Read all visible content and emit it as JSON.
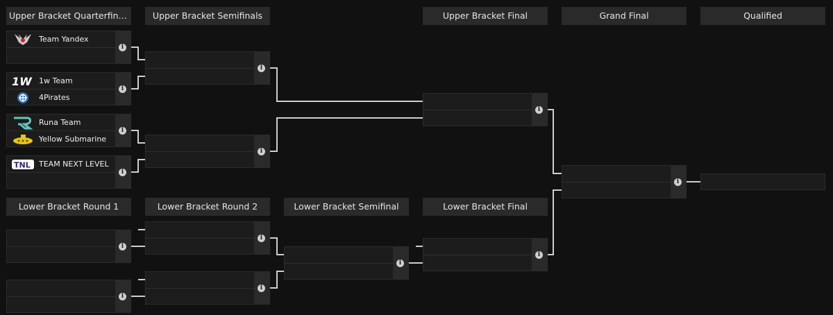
{
  "headers": {
    "ub_qf": "Upper Bracket Quarterfinals",
    "ub_sf": "Upper Bracket Semifinals",
    "ub_final": "Upper Bracket Final",
    "grand_final": "Grand Final",
    "qualified": "Qualified",
    "lb_r1": "Lower Bracket Round 1",
    "lb_r2": "Lower Bracket Round 2",
    "lb_sf": "Lower Bracket Semifinal",
    "lb_final": "Lower Bracket Final"
  },
  "ub_qf": [
    {
      "team1": "Team Yandex",
      "team2": ""
    },
    {
      "team1": "1w Team",
      "team2": "4Pirates"
    },
    {
      "team1": "Runa Team",
      "team2": "Yellow Submarine"
    },
    {
      "team1": "TEAM NEXT LEVEL",
      "team2": ""
    }
  ],
  "info_icon": "i",
  "colors": {
    "background": "#111111",
    "header": "#2a2a2a",
    "match": "#1c1c1c",
    "connector": "#cfcfcf"
  }
}
